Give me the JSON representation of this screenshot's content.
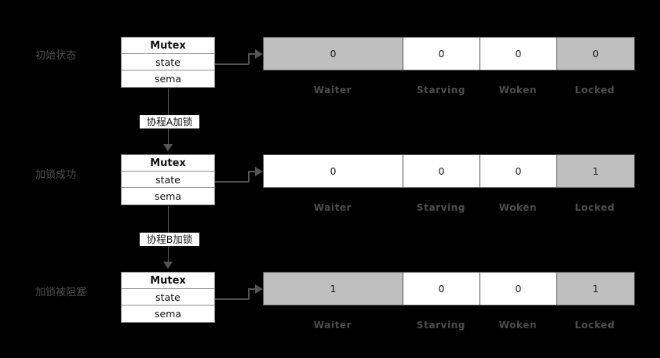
{
  "diagram": {
    "title": "Go Mutex state transition diagram",
    "colors": {
      "background": "#000000",
      "box_fill": "#ffffff",
      "box_border": "#8c8c8c",
      "table_border": "#555555",
      "highlight_fill": "#bfbfbf",
      "label_text": "#4d4d4d",
      "connector": "#555555"
    },
    "bit_captions": [
      "Waiter",
      "Starving",
      "Woken",
      "Locked"
    ],
    "mutex_box": {
      "title": "Mutex",
      "fields": [
        "state",
        "sema"
      ]
    },
    "stages": [
      {
        "label": "初始状态",
        "values": [
          "0",
          "0",
          "0",
          "0"
        ],
        "highlight": [
          false,
          false,
          false,
          true
        ]
      },
      {
        "label": "加锁成功",
        "values": [
          "0",
          "0",
          "0",
          "1"
        ],
        "highlight": [
          false,
          false,
          false,
          true
        ]
      },
      {
        "label": "加锁被阻塞",
        "values": [
          "1",
          "0",
          "0",
          "1"
        ],
        "highlight": [
          true,
          false,
          false,
          true
        ]
      }
    ],
    "transitions": [
      {
        "label": "协程A加锁"
      },
      {
        "label": "协程B加锁"
      }
    ]
  }
}
